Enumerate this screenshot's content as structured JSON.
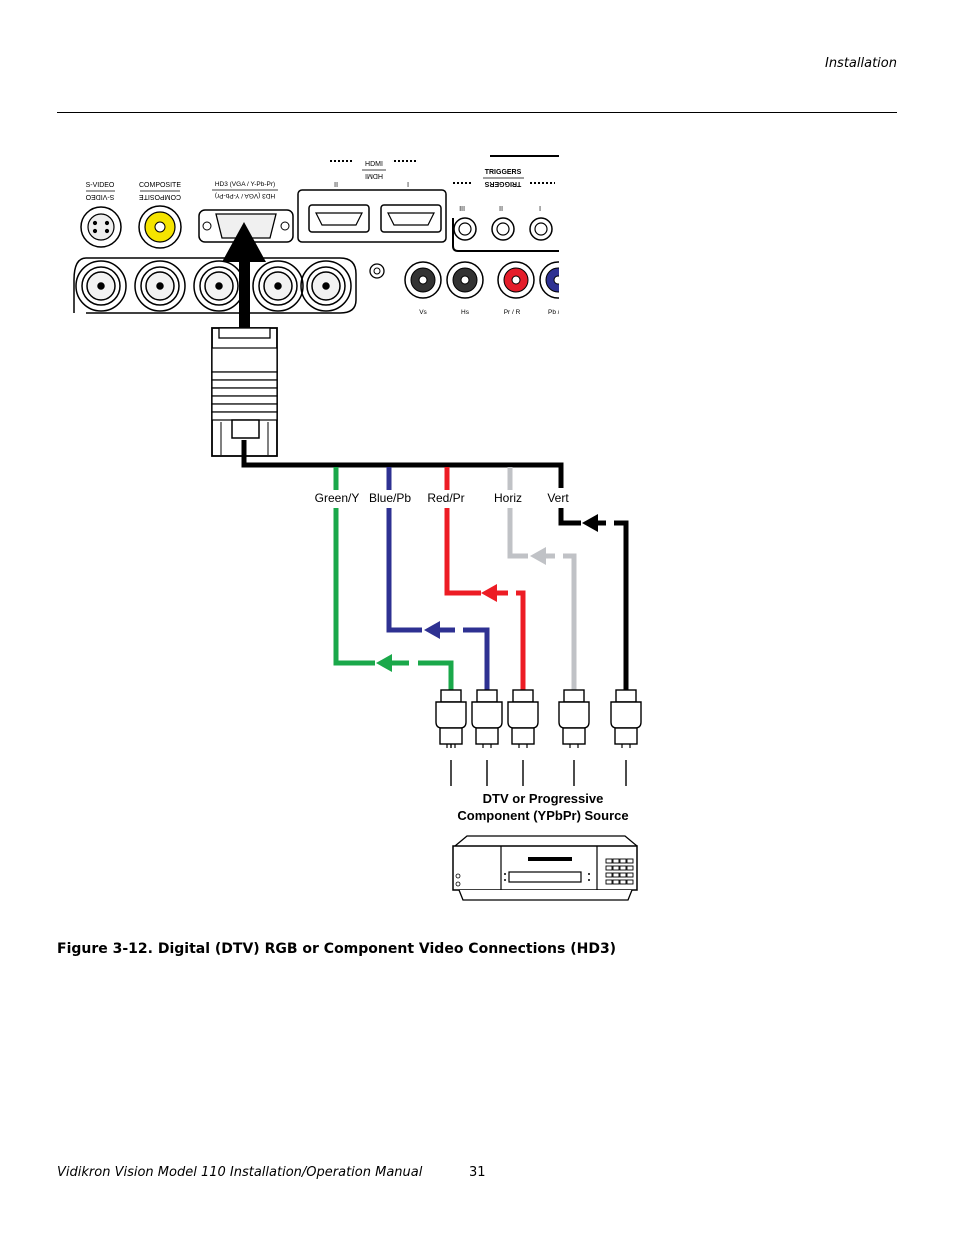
{
  "header": {
    "section": "Installation"
  },
  "panel": {
    "svideo_label": "S-VIDEO",
    "composite_label": "COMPOSITE",
    "hd3_label": "HD3 (VGA / Y-Pb-Pr)",
    "hdmi_label": "HDMI",
    "hdmi_port_1": "I",
    "hdmi_port_2": "II",
    "triggers_label": "TRIGGERS",
    "trigger_1": "I",
    "trigger_2": "II",
    "trigger_3": "III",
    "rca_vs": "Vs",
    "rca_hs": "Hs",
    "rca_pr": "Pr / R",
    "rca_pb": "Pb / ..."
  },
  "cables": [
    {
      "label": "Green/Y",
      "color": "#1aa84a"
    },
    {
      "label": "Blue/Pb",
      "color": "#2e3192"
    },
    {
      "label": "Red/Pr",
      "color": "#ed1c24"
    },
    {
      "label": "Horiz",
      "color": "#c0c2c6"
    },
    {
      "label": "Vert",
      "color": "#000000"
    }
  ],
  "source": {
    "line1": "DTV or Progressive",
    "line2": "Component (YPbPr) Source"
  },
  "caption": "Figure 3-12. Digital (DTV) RGB or Component Video Connections (HD3)",
  "footer": {
    "manual_title": "Vidikron Vision Model 110 Installation/Operation Manual",
    "page_number": "31"
  }
}
